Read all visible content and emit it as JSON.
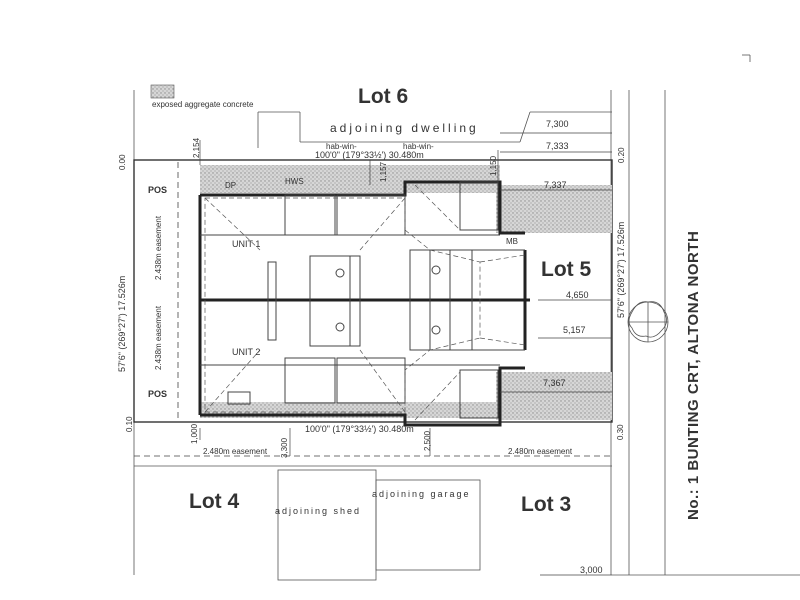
{
  "legend": {
    "label": "exposed aggregate concrete"
  },
  "lots": {
    "lot6": "Lot 6",
    "lot5": "Lot 5",
    "lot4": "Lot 4",
    "lot3": "Lot 3"
  },
  "adjoining": {
    "dwelling": "adjoining dwelling",
    "garage": "adjoining garage",
    "shed": "adjoining shed"
  },
  "units": {
    "unit1": "UNIT 1",
    "unit2": "UNIT 2"
  },
  "boundaries": {
    "top": "100'0\" (179°33½') 30.480m",
    "bottom": "100'0\" (179°33½') 30.480m",
    "left": "57'6\" (269°27') 17.526m",
    "right": "57'6\" (269°27') 17.526m"
  },
  "corners": {
    "tl": "0.00",
    "tr": "0.20",
    "bl": "0.10",
    "br": "0.30"
  },
  "easements": {
    "left_upper": "2.438m easement",
    "left_lower": "2.438m easement",
    "bottom_left": "2.480m easement",
    "bottom_right": "2.480m easement"
  },
  "dimensions": {
    "d7300": "7,300",
    "d7333": "7,333",
    "d7337": "7,337",
    "d4650": "4,650",
    "d5157": "5,157",
    "d7367": "7,367",
    "d2154": "2,154",
    "d1157": "1,157",
    "d1150": "1,150",
    "d1000": "1,000",
    "d3300": "3,300",
    "d2500": "2,500",
    "d3000": "3,000"
  },
  "labels": {
    "pos1": "POS",
    "pos2": "POS",
    "hab_win_1": "hab-win-",
    "hab_win_2": "hab-win-",
    "dp": "DP",
    "hws": "HWS",
    "mb": "MB"
  },
  "street": {
    "address": "No.: 1 BUNTING CRT, ALTONA NORTH"
  },
  "colors": {
    "line": "#333333",
    "concrete": "#c8c8c8"
  }
}
